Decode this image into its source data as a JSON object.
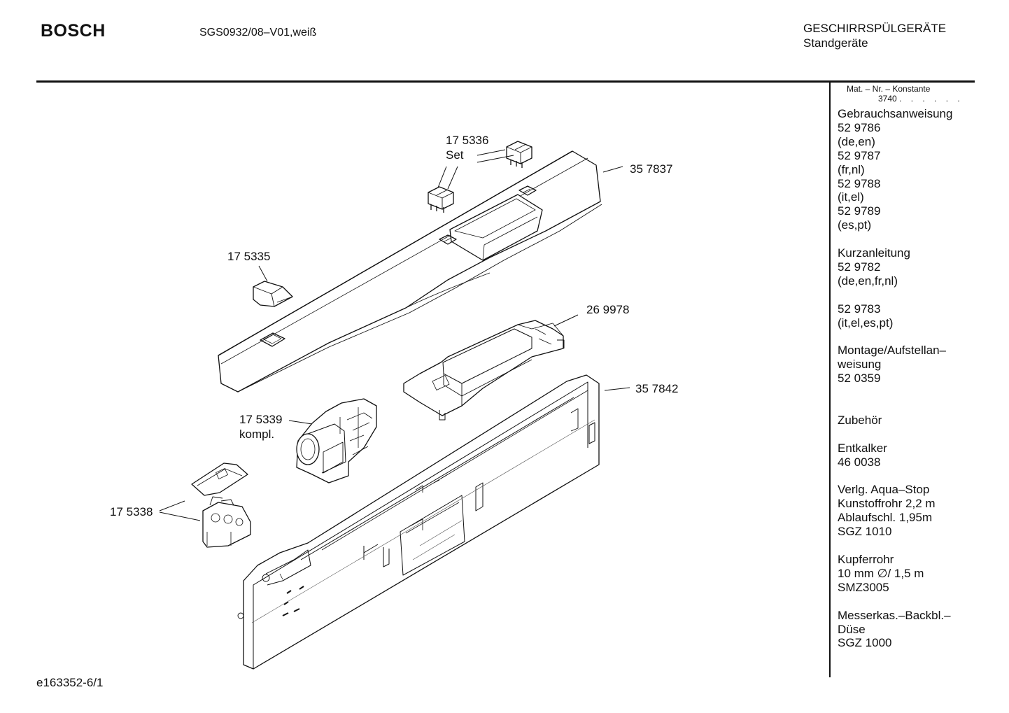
{
  "header": {
    "brand": "BOSCH",
    "model": "SGS0932/08–V01,weiß",
    "category": "GESCHIRRSPÜLGERÄTE",
    "subcategory": "Standgeräte"
  },
  "sidebar": {
    "matnr_label": "Mat. – Nr. – Konstante",
    "matnr_value": "3740",
    "matnr_dots": ". .   . . . .",
    "entries": "Gebrauchsanweisung\n52 9786\n(de,en)\n52 9787\n(fr,nl)\n52 9788\n(it,el)\n52 9789\n(es,pt)\n\nKurzanleitung\n52 9782\n(de,en,fr,nl)\n\n52 9783\n(it,el,es,pt)\n\nMontage/Aufstellan–\nweisung\n52 0359\n\n\nZubehör\n\nEntkalker\n46 0038\n\nVerlg. Aqua–Stop\nKunstoffrohr 2,2 m\nAblaufschl. 1,95m\nSGZ 1010\n\nKupferrohr\n10 mm ∅/ 1,5 m\nSMZ3005\n\nMesserkas.–Backbl.–\nDüse\nSGZ 1000"
  },
  "parts": {
    "p175336": "17 5336",
    "p175336_note": "Set",
    "p357837": "35 7837",
    "p175335": "17 5335",
    "p269978": "26 9978",
    "p357842": "35 7842",
    "p175339": "17 5339",
    "p175339_note": "kompl.",
    "p175338": "17 5338"
  },
  "footer": {
    "drawing_id": "e163352-6/1"
  }
}
